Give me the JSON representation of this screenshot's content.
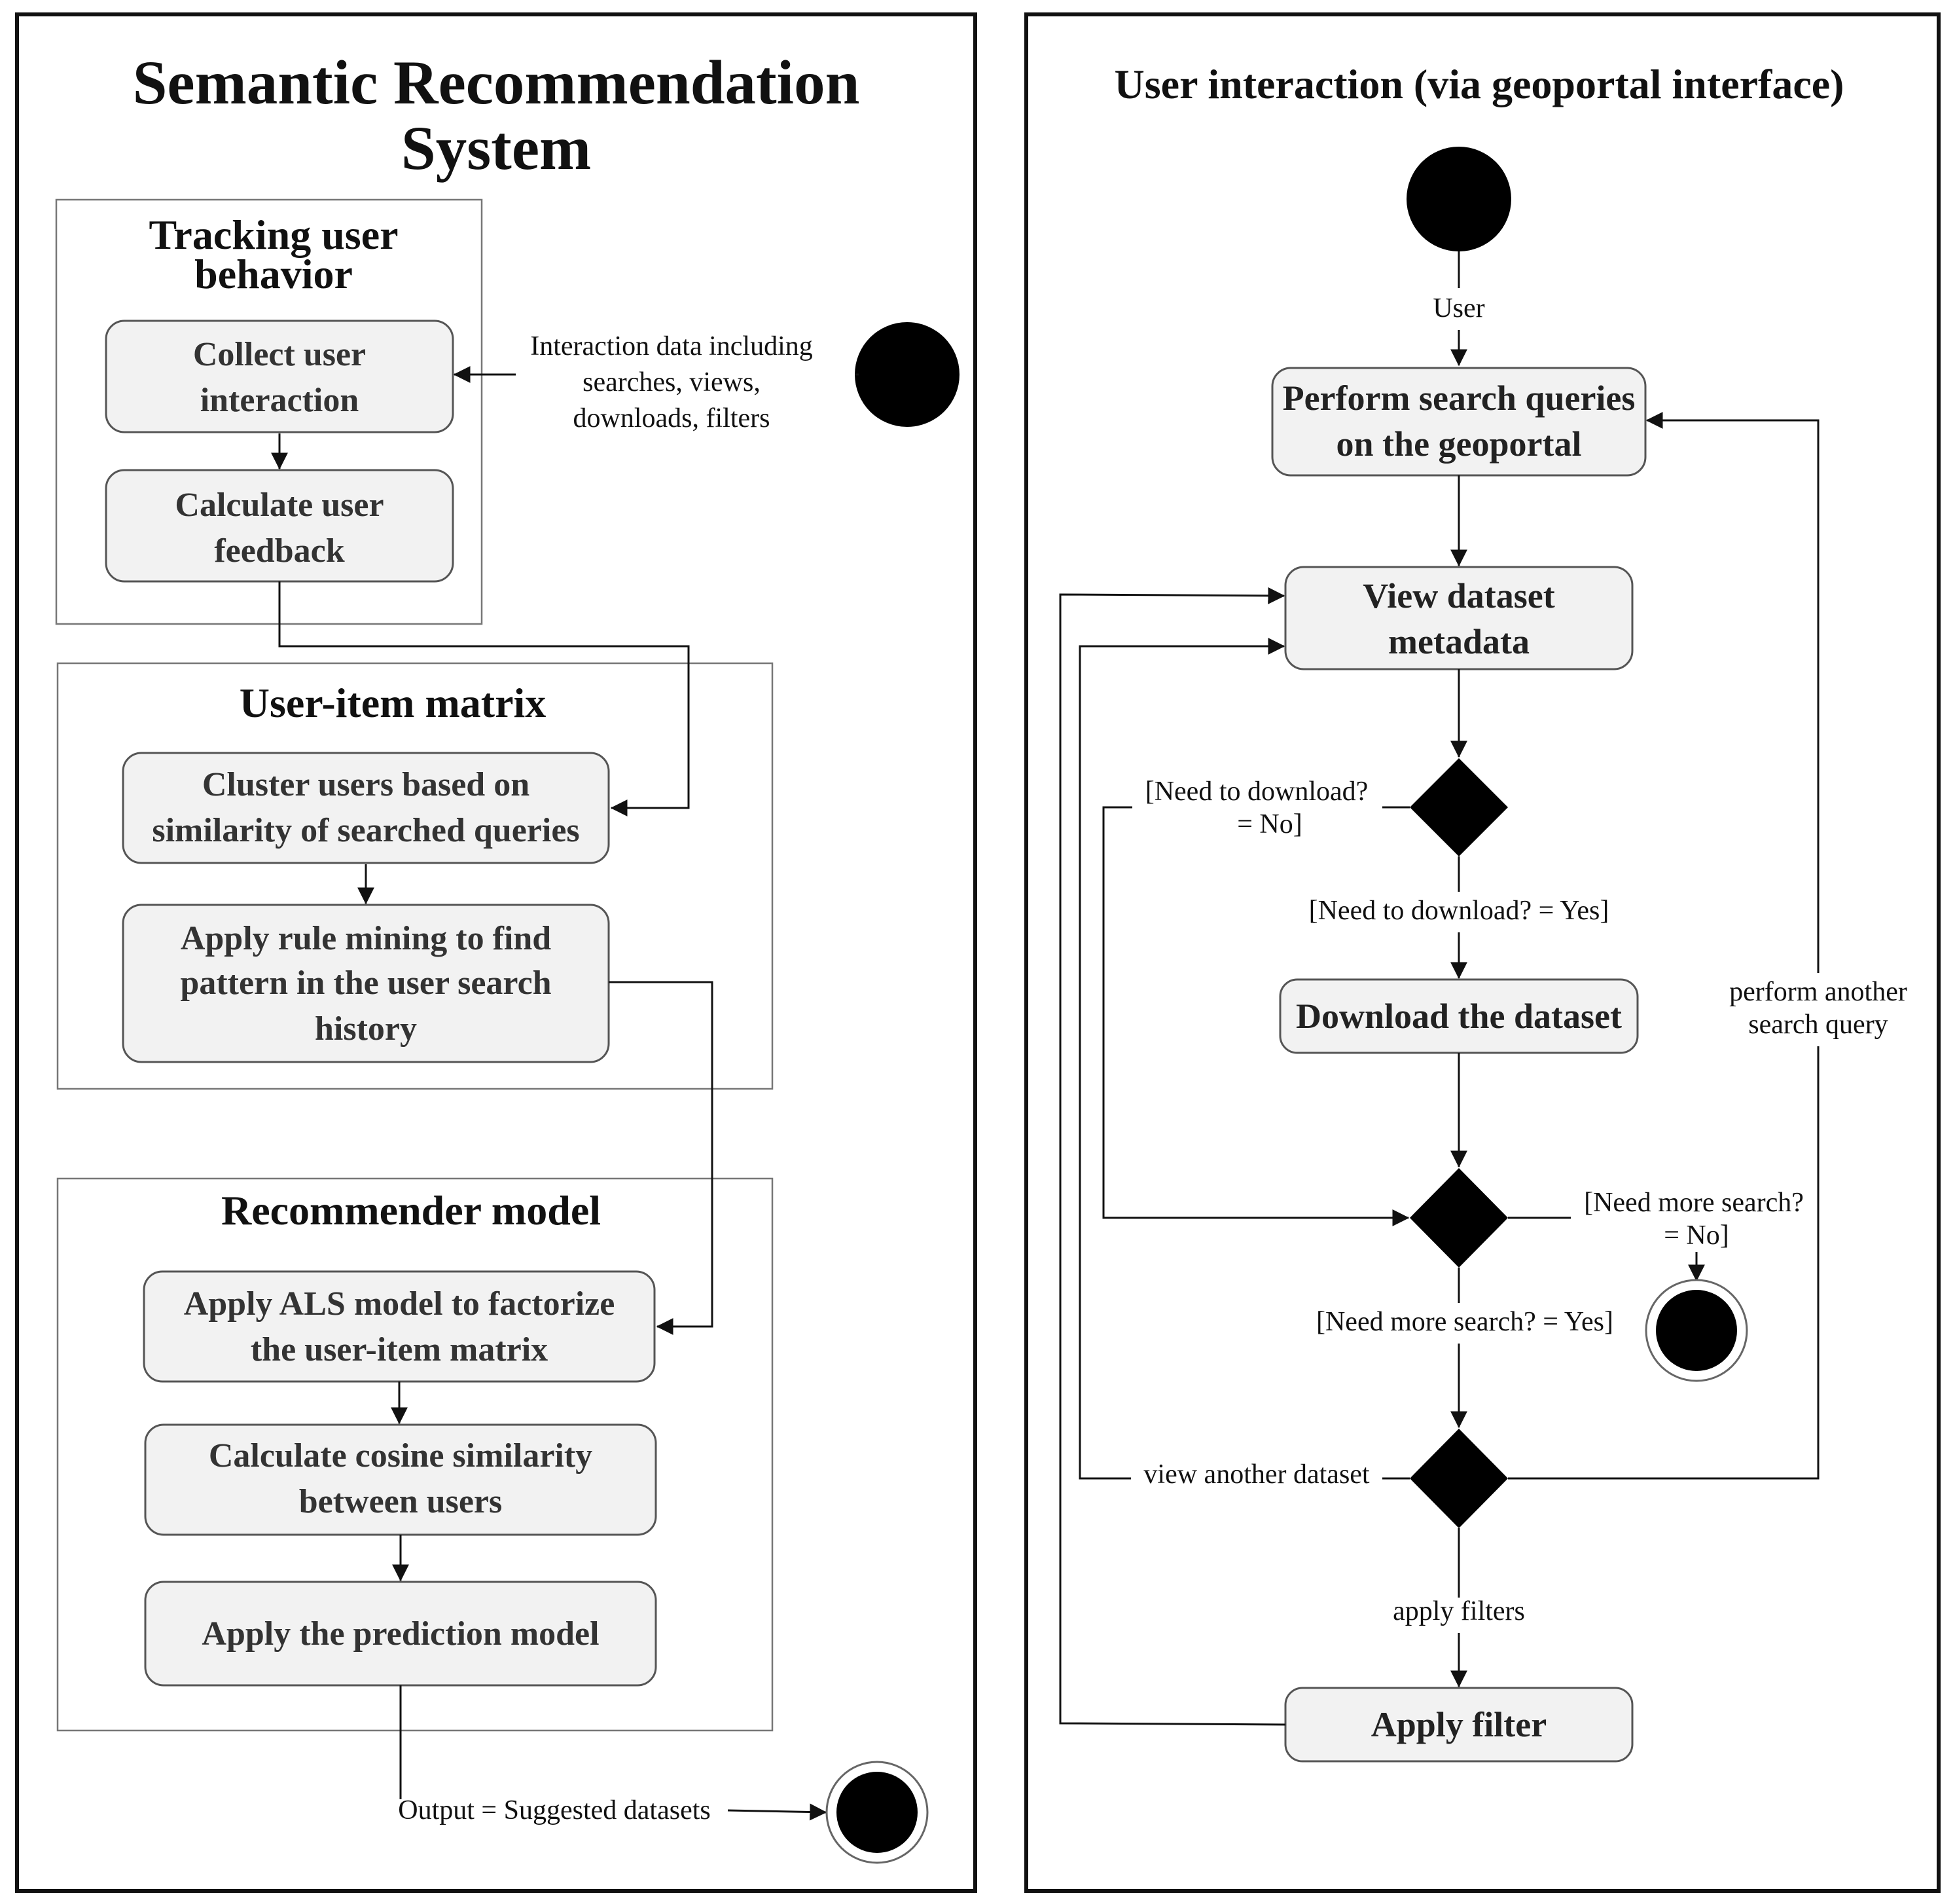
{
  "left_panel": {
    "title_line1": "Semantic Recommendation",
    "title_line2": "System",
    "tracking": {
      "title_line1": "Tracking user",
      "title_line2": "behavior",
      "collect_line1": "Collect user",
      "collect_line2": "interaction",
      "feedback_line1": "Calculate user",
      "feedback_line2": "feedback"
    },
    "input_label_line1": "Interaction data including",
    "input_label_line2": "searches, views,",
    "input_label_line3": "downloads, filters",
    "matrix": {
      "title": "User-item matrix",
      "cluster_line1": "Cluster users based on",
      "cluster_line2": "similarity of searched queries",
      "rule_line1": "Apply rule mining to find",
      "rule_line2": "pattern in the user search",
      "rule_line3": "history"
    },
    "model": {
      "title": "Recommender model",
      "als_line1": "Apply ALS model to factorize",
      "als_line2": "the user-item matrix",
      "cosine_line1": "Calculate cosine similarity",
      "cosine_line2": "between users",
      "predict": "Apply the prediction model"
    },
    "output_label": "Output = Suggested datasets"
  },
  "right_panel": {
    "title": "User interaction (via geoportal interface)",
    "user_label": "User",
    "search_line1": "Perform search queries",
    "search_line2": "on the geoportal",
    "view_line1": "View dataset",
    "view_line2": "metadata",
    "need_download_no_line1": "[Need to download?",
    "need_download_no_line2": "= No]",
    "need_download_yes": "[Need to download? = Yes]",
    "download": "Download the dataset",
    "need_more_no_line1": "[Need more search?",
    "need_more_no_line2": "= No]",
    "need_more_yes": "[Need more search? = Yes]",
    "another_search_line1": "perform another",
    "another_search_line2": "search query",
    "another_dataset": "view another dataset",
    "apply_filters_label": "apply filters",
    "apply_filter": "Apply filter"
  }
}
